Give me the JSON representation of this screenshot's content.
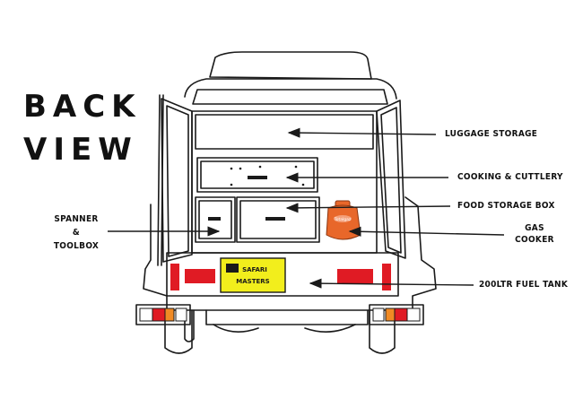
{
  "title": {
    "line1": "BACK",
    "line2": "VIEW"
  },
  "labels": {
    "luggage": "LUGGAGE STORAGE",
    "cooking": "COOKING & CUTTLERY",
    "food": "FOOD STORAGE BOX",
    "gas_line1": "GAS",
    "gas_line2": "COOKER",
    "spanner_line1": "SPANNER",
    "spanner_line2": "&",
    "spanner_line3": "TOOLBOX",
    "fuel": "200LTR FUEL TANK"
  },
  "plate": {
    "line1": "SAFARI",
    "line2": "MASTERS"
  },
  "cylinder_text": "Totalgaz",
  "colors": {
    "outline": "#1a1a1a",
    "reflector_red": "#e01b24",
    "plate_yellow": "#f2ee1c",
    "cylinder_orange": "#e8672a",
    "lamp_orange": "#f08a24"
  }
}
